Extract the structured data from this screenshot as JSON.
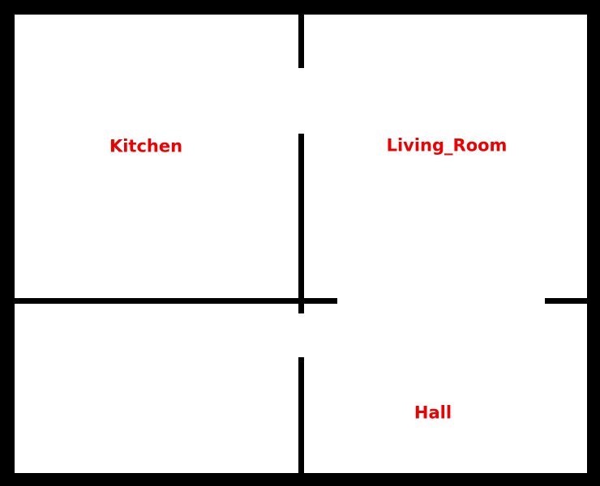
{
  "floor_plan": {
    "wall_color": "#000000",
    "label_color": "#ee0000",
    "rooms": [
      {
        "id": "kitchen",
        "label": "Kitchen"
      },
      {
        "id": "living-room",
        "label": "Living_Room"
      },
      {
        "id": "hall",
        "label": "Hall"
      },
      {
        "id": "unlabeled-room",
        "label": ""
      }
    ]
  }
}
